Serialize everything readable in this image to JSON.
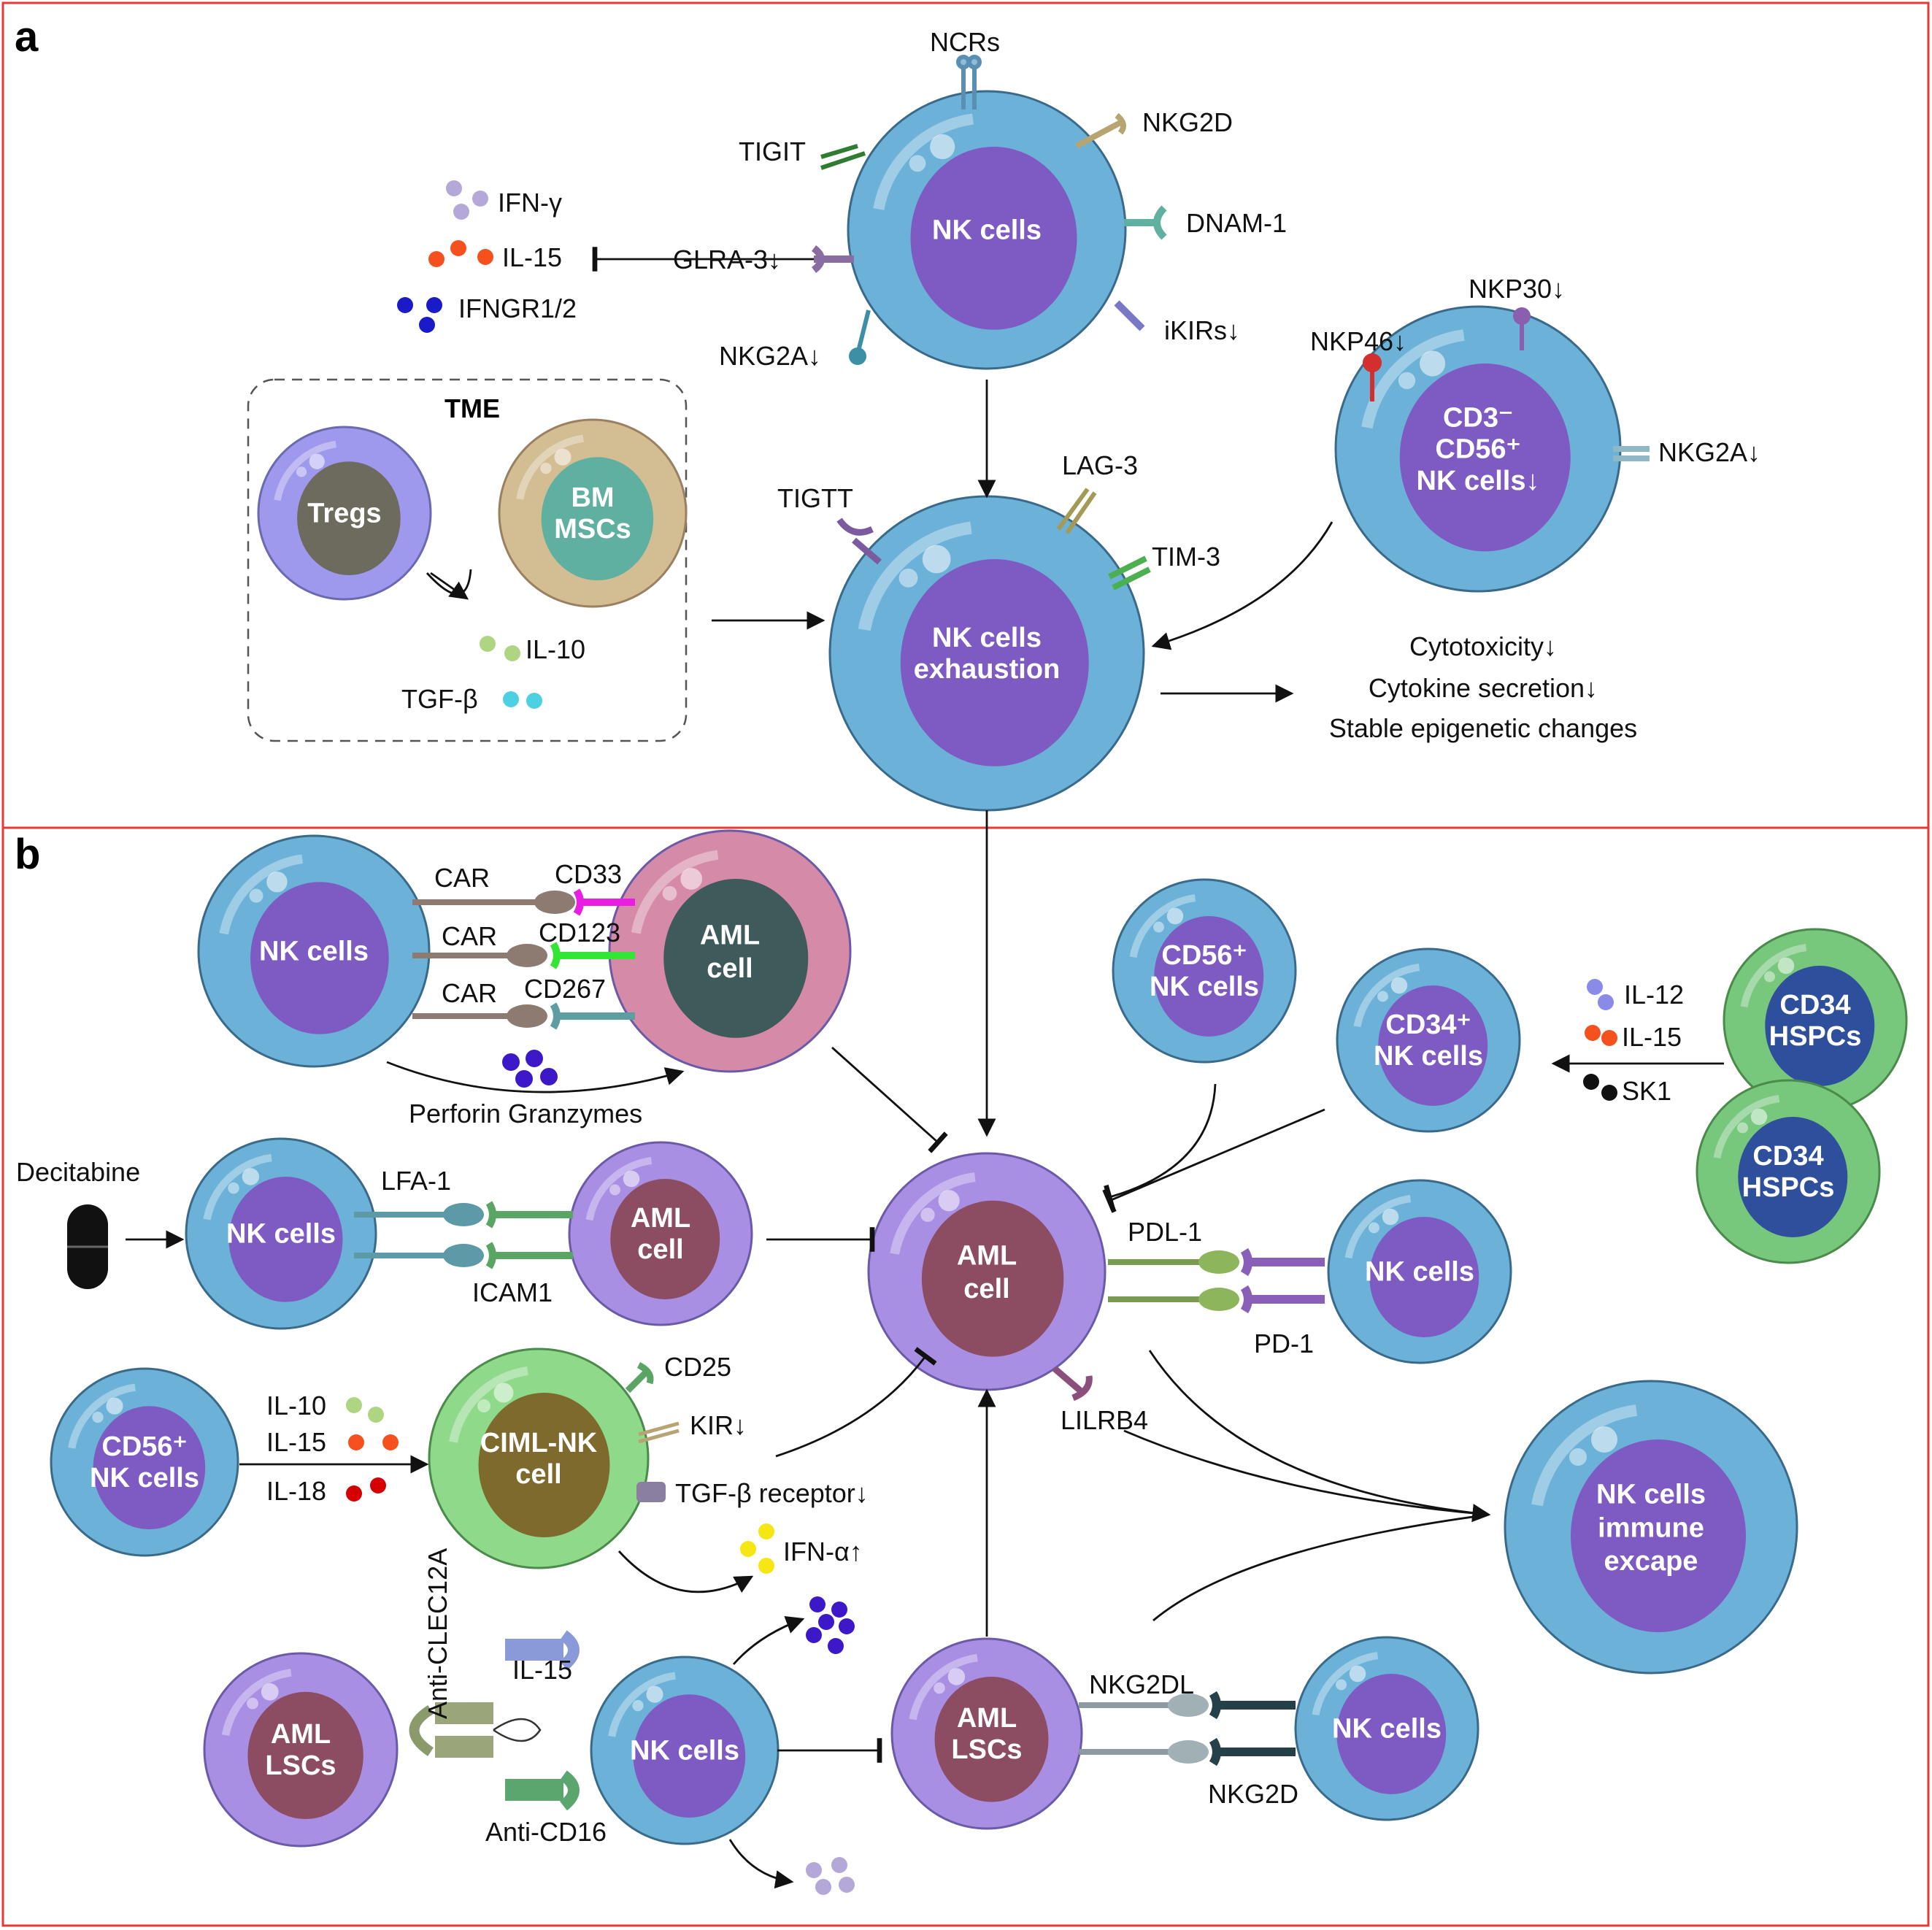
{
  "panels": {
    "a": "a",
    "b": "b"
  },
  "cells": {
    "a_nk": [
      "NK cells"
    ],
    "a_exh": [
      "NK cells",
      "exhaustion"
    ],
    "a_cd3": [
      "CD3⁻",
      "CD56⁺",
      "NK cells↓"
    ],
    "tregs": [
      "Tregs"
    ],
    "bmmsc": [
      "BM",
      "MSCs"
    ],
    "b_nk_car": [
      "NK cells"
    ],
    "b_aml_car": [
      "AML",
      "cell"
    ],
    "b_nk_dec": [
      "NK cells"
    ],
    "b_aml_dec": [
      "AML",
      "cell"
    ],
    "b_aml_center": [
      "AML",
      "cell"
    ],
    "b_cd56_right": [
      "CD56⁺",
      "NK cells"
    ],
    "b_cd34_nk": [
      "CD34⁺",
      "NK cells"
    ],
    "b_hspc1": [
      "CD34",
      "HSPCs"
    ],
    "b_hspc2": [
      "CD34",
      "HSPCs"
    ],
    "b_nk_pd1": [
      "NK cells"
    ],
    "b_cd56_left": [
      "CD56⁺",
      "NK cells"
    ],
    "b_ciml": [
      "CIML-NK",
      "cell"
    ],
    "b_escape": [
      "NK cells",
      "immune",
      "excape"
    ],
    "b_lsc_left": [
      "AML",
      "LSCs"
    ],
    "b_nk_bispec": [
      "NK cells"
    ],
    "b_lsc_right": [
      "AML",
      "LSCs"
    ],
    "b_nk_nkg2d": [
      "NK cells"
    ]
  },
  "tme": "TME",
  "labels": {
    "ncrs": "NCRs",
    "nkg2d_a": "NKG2D",
    "tigit": "TIGIT",
    "dnam1": "DNAM-1",
    "ifng": "IFN-γ",
    "il15_a": "IL-15",
    "glra3": "GLRA-3↓",
    "ifngr": "IFNGR1/2",
    "ikirs": "iKIRs↓",
    "nkg2a_a": "NKG2A↓",
    "nkp30": "NKP30↓",
    "nkp46": "NKP46↓",
    "nkg2a_a2": "NKG2A↓",
    "lag3": "LAG-3",
    "tigtt": "TIGTT",
    "tim3": "TIM-3",
    "il10_a": "IL-10",
    "tgfb": "TGF-β",
    "cytotox": "Cytotoxicity↓",
    "cytosec": "Cytokine secretion↓",
    "epigen": "Stable epigenetic changes",
    "car1": "CAR",
    "car2": "CAR",
    "car3": "CAR",
    "cd33": "CD33",
    "cd123": "CD123",
    "cd267": "CD267",
    "perforin": "Perforin Granzymes",
    "decitabine": "Decitabine",
    "lfa1": "LFA-1",
    "icam1": "ICAM1",
    "il12": "IL-12",
    "il15_hspc": "IL-15",
    "sk1": "SK1",
    "pdl1": "PDL-1",
    "pd1": "PD-1",
    "il10_b": "IL-10",
    "il15_b": "IL-15",
    "il18_b": "IL-18",
    "cd25": "CD25",
    "kir": "KIR↓",
    "tgfbr": "TGF-β receptor↓",
    "ifna": "IFN-α↑",
    "lilrb4": "LILRB4",
    "anticlec": "Anti-CLEC12A",
    "il15_bi": "IL-15",
    "anticd16": "Anti-CD16",
    "nkg2dl": "NKG2DL",
    "nkg2d_b": "NKG2D"
  },
  "colors": {
    "panel_border": "#e53935",
    "nk_membrane": "#6cb2d8",
    "nk_nucleus": "#7e5bc2",
    "aml_membrane": "#a98fe3",
    "aml_nucleus": "#8c4d63",
    "hspc_membrane": "#77c77d",
    "hspc_nucleus": "#2e4f9c",
    "ciml_membrane": "#8fd98a",
    "ciml_nucleus": "#7d6a2c",
    "tregs_membrane": "#9e99ec",
    "tregs_nucleus": "#6d6a5e",
    "msc_membrane": "#d3bd93",
    "msc_nucleus": "#5fb0a0"
  }
}
